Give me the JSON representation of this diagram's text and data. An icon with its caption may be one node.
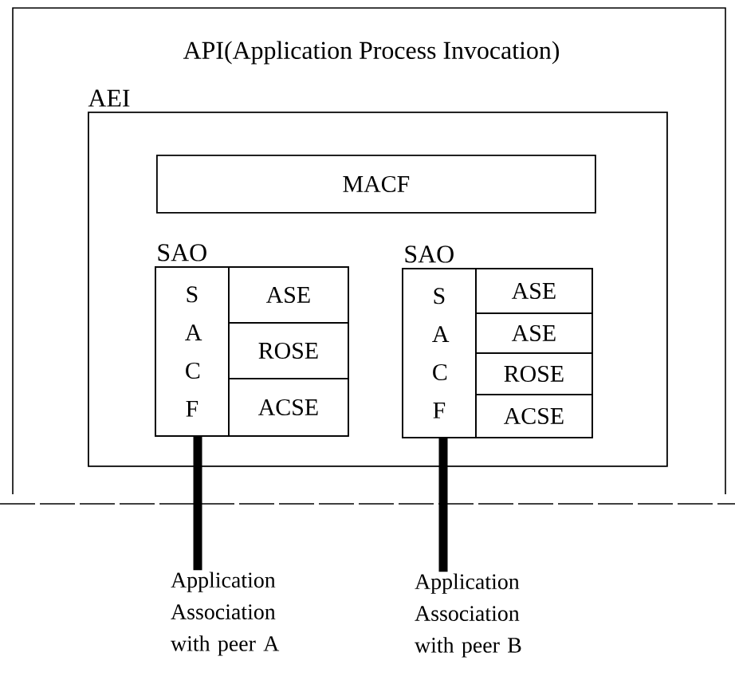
{
  "diagram": {
    "nodes": [
      {
        "text": [
          "API(Application Process Invocation)"
        ]
      },
      {
        "text": [
          "AEI"
        ],
        "in": 0
      },
      {
        "text": [
          "MACF"
        ],
        "in": 1
      },
      {
        "text": [
          "SAO"
        ],
        "in": 1
      },
      {
        "text": [
          "S A C F"
        ],
        "in": 3
      },
      {
        "text": [
          "ASE"
        ],
        "in": 3
      },
      {
        "text": [
          "ROSE"
        ],
        "in": 3
      },
      {
        "text": [
          "ACSE"
        ],
        "in": 3
      },
      {
        "text": [
          "SAO"
        ],
        "in": 1
      },
      {
        "text": [
          "S A C F"
        ],
        "in": 8
      },
      {
        "text": [
          "ASE"
        ],
        "in": 8
      },
      {
        "text": [
          "ASE"
        ],
        "in": 8
      },
      {
        "text": [
          "ROSE"
        ],
        "in": 8
      },
      {
        "text": [
          "ACSE"
        ],
        "in": 8
      },
      {
        "text": [
          "Application Association with peer A"
        ]
      },
      {
        "text": [
          "Application Association with peer B"
        ]
      }
    ],
    "edges": [
      {
        "from": 3,
        "to": 14,
        "arrow": "none"
      },
      {
        "from": 8,
        "to": 15,
        "arrow": "none"
      }
    ]
  }
}
